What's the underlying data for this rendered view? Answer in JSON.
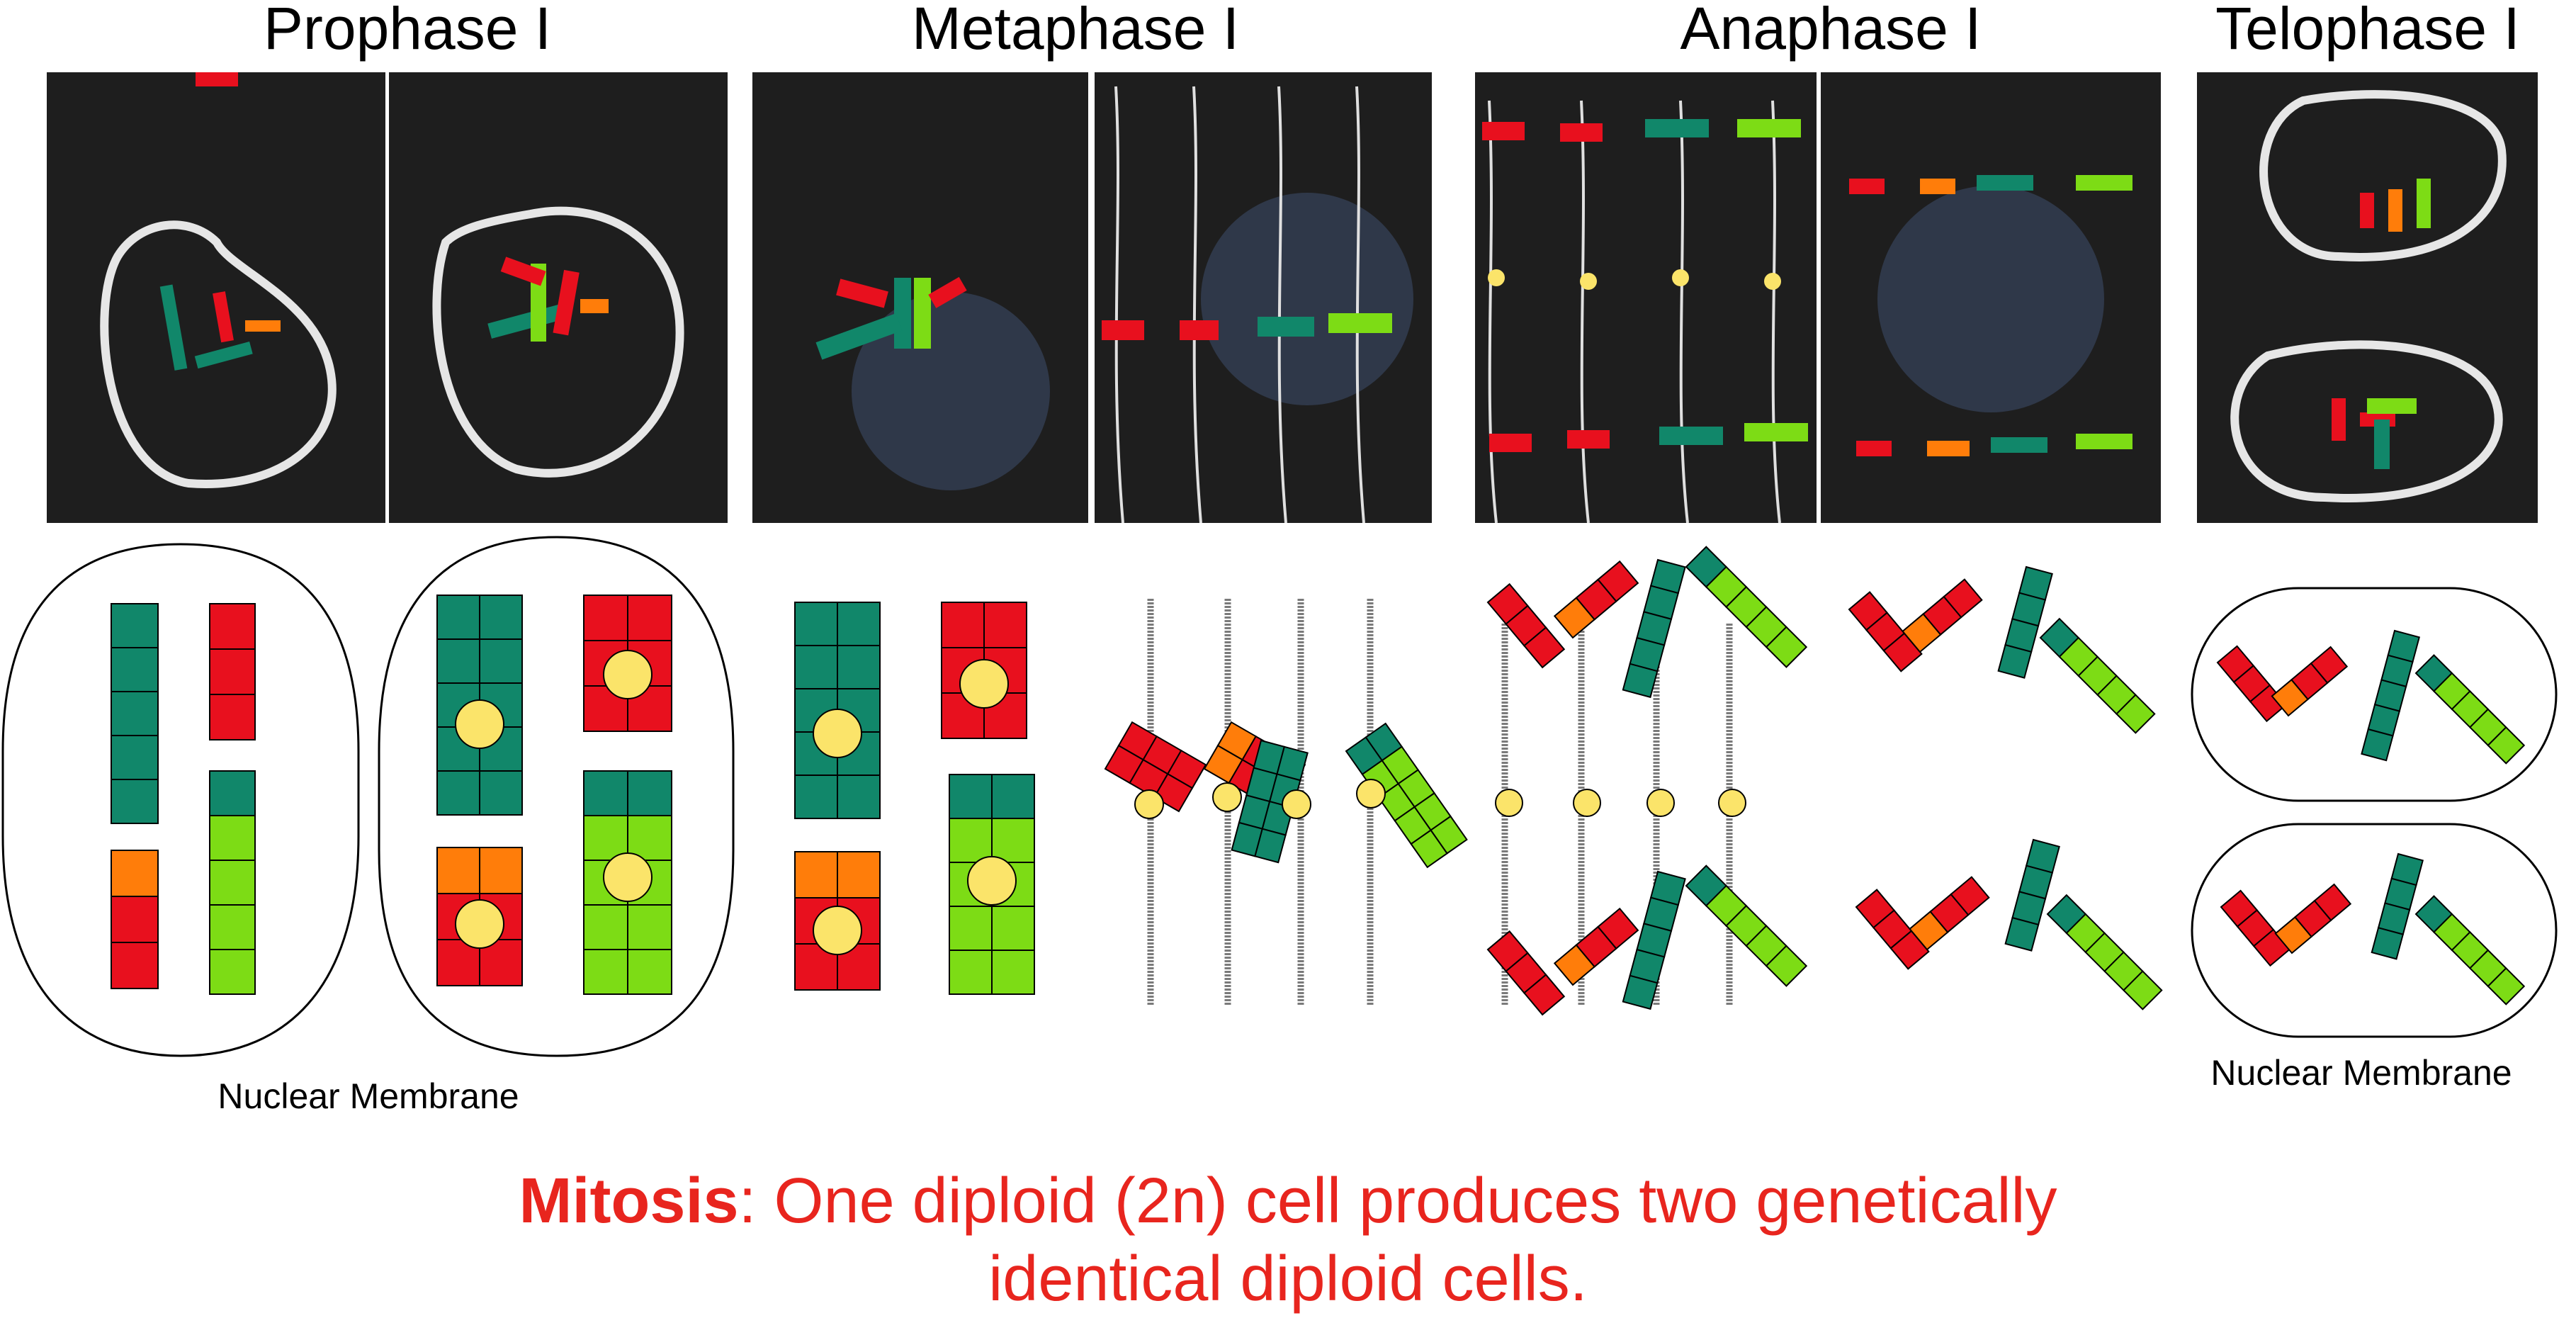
{
  "phases": [
    {
      "id": "prophase",
      "title": "Prophase I"
    },
    {
      "id": "metaphase",
      "title": "Metaphase I"
    },
    {
      "id": "anaphase",
      "title": "Anaphase I"
    },
    {
      "id": "telophase",
      "title": "Telophase I"
    }
  ],
  "labels": {
    "membrane_left": "Nuclear Membrane",
    "membrane_right": "Nuclear Membrane"
  },
  "caption": {
    "bold": "Mitosis",
    "line1_rest": ": One diploid (2n) cell produces two genetically",
    "line2": "identical diploid cells."
  },
  "colors": {
    "dark_green": "#11876a",
    "light_green": "#7ddc15",
    "red": "#e8101e",
    "orange": "#ff7d0a",
    "centromere": "#fbe46a",
    "spindle": "#7a7a7a",
    "caption": "#e8251e",
    "photo_background": "#1e1e1e"
  }
}
